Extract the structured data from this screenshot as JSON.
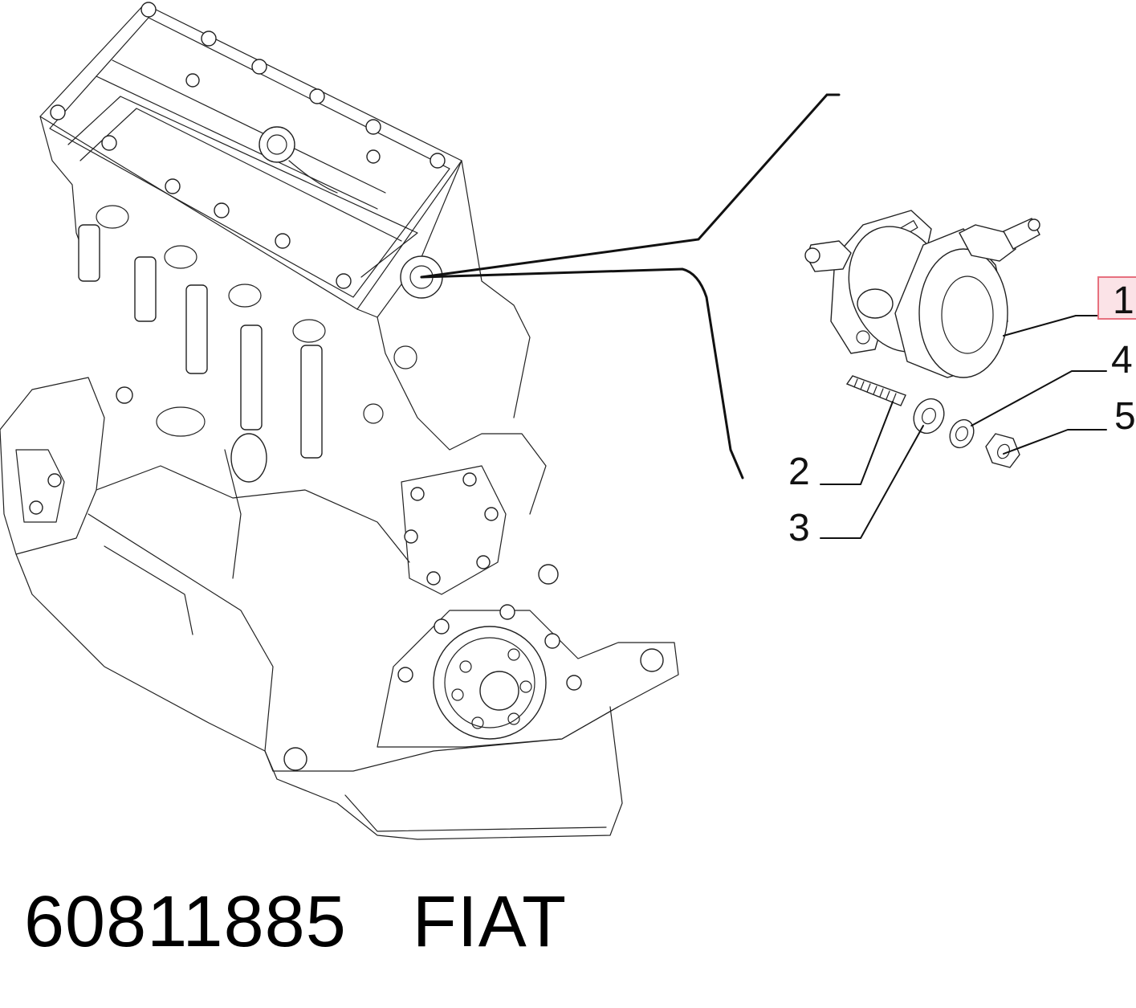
{
  "callouts": [
    {
      "id": "1",
      "label": "1",
      "highlighted": true
    },
    {
      "id": "2",
      "label": "2",
      "highlighted": false
    },
    {
      "id": "3",
      "label": "3",
      "highlighted": false
    },
    {
      "id": "4",
      "label": "4",
      "highlighted": false
    },
    {
      "id": "5",
      "label": "5",
      "highlighted": false
    }
  ],
  "footer": {
    "part_number": "60811885",
    "brand": "FIAT"
  },
  "colors": {
    "line": "#111111",
    "highlight_fill": "#fbe3e7",
    "highlight_border": "#e7707e",
    "background": "#ffffff"
  }
}
